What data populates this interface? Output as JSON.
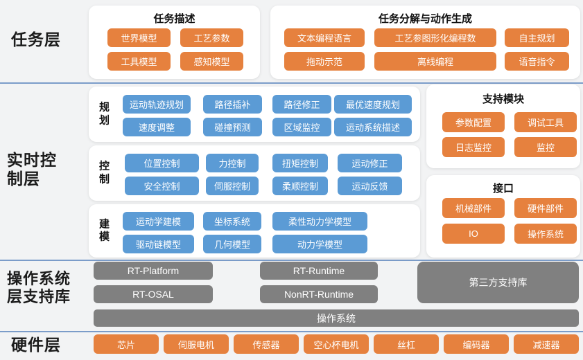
{
  "colors": {
    "orange": "#E6813E",
    "blue": "#5B9BD5",
    "gray": "#808080",
    "page_background": "#F2F3F4",
    "panel_background": "#FFFFFF",
    "separator": "#7B9CC9"
  },
  "layers": {
    "task": {
      "label": "任务层",
      "groups": [
        {
          "title": "任务描述",
          "buttons": [
            "世界模型",
            "工艺参数",
            "工具模型",
            "感知模型"
          ]
        },
        {
          "title": "任务分解与动作生成",
          "buttons": [
            "文本编程语言",
            "工艺参图形化编程数",
            "自主规划",
            "拖动示范",
            "离线编程",
            "语音指令"
          ]
        }
      ]
    },
    "realtime": {
      "label": "实时控制层",
      "sections": [
        {
          "title": "规划",
          "buttons": [
            "运动轨迹规划",
            "路径插补",
            "路径修正",
            "最优速度规划",
            "速度调整",
            "碰撞预测",
            "区域监控",
            "运动系统描述"
          ]
        },
        {
          "title": "控制",
          "buttons": [
            "位置控制",
            "力控制",
            "扭矩控制",
            "运动修正",
            "安全控制",
            "伺服控制",
            "柔顺控制",
            "运动反馈"
          ]
        },
        {
          "title": "建模",
          "buttons": [
            "运动学建模",
            "坐标系统",
            "柔性动力学模型",
            "驱动链模型",
            "几何模型",
            "动力学模型"
          ]
        }
      ],
      "side": [
        {
          "title": "支持模块",
          "buttons": [
            "参数配置",
            "调试工具",
            "日志监控",
            "监控"
          ]
        },
        {
          "title": "接口",
          "buttons": [
            "机械部件",
            "硬件部件",
            "IO",
            "操作系统"
          ]
        }
      ]
    },
    "os": {
      "label": "操作系统层支持库",
      "buttons": [
        "RT-Platform",
        "RT-OSAL",
        "RT-Runtime",
        "NonRT-Runtime"
      ],
      "third_party": "第三方支持库",
      "os_bar": "操作系统"
    },
    "hardware": {
      "label": "硬件层",
      "buttons": [
        "芯片",
        "伺服电机",
        "传感器",
        "空心杯电机",
        "丝杠",
        "编码器",
        "减速器"
      ]
    }
  }
}
